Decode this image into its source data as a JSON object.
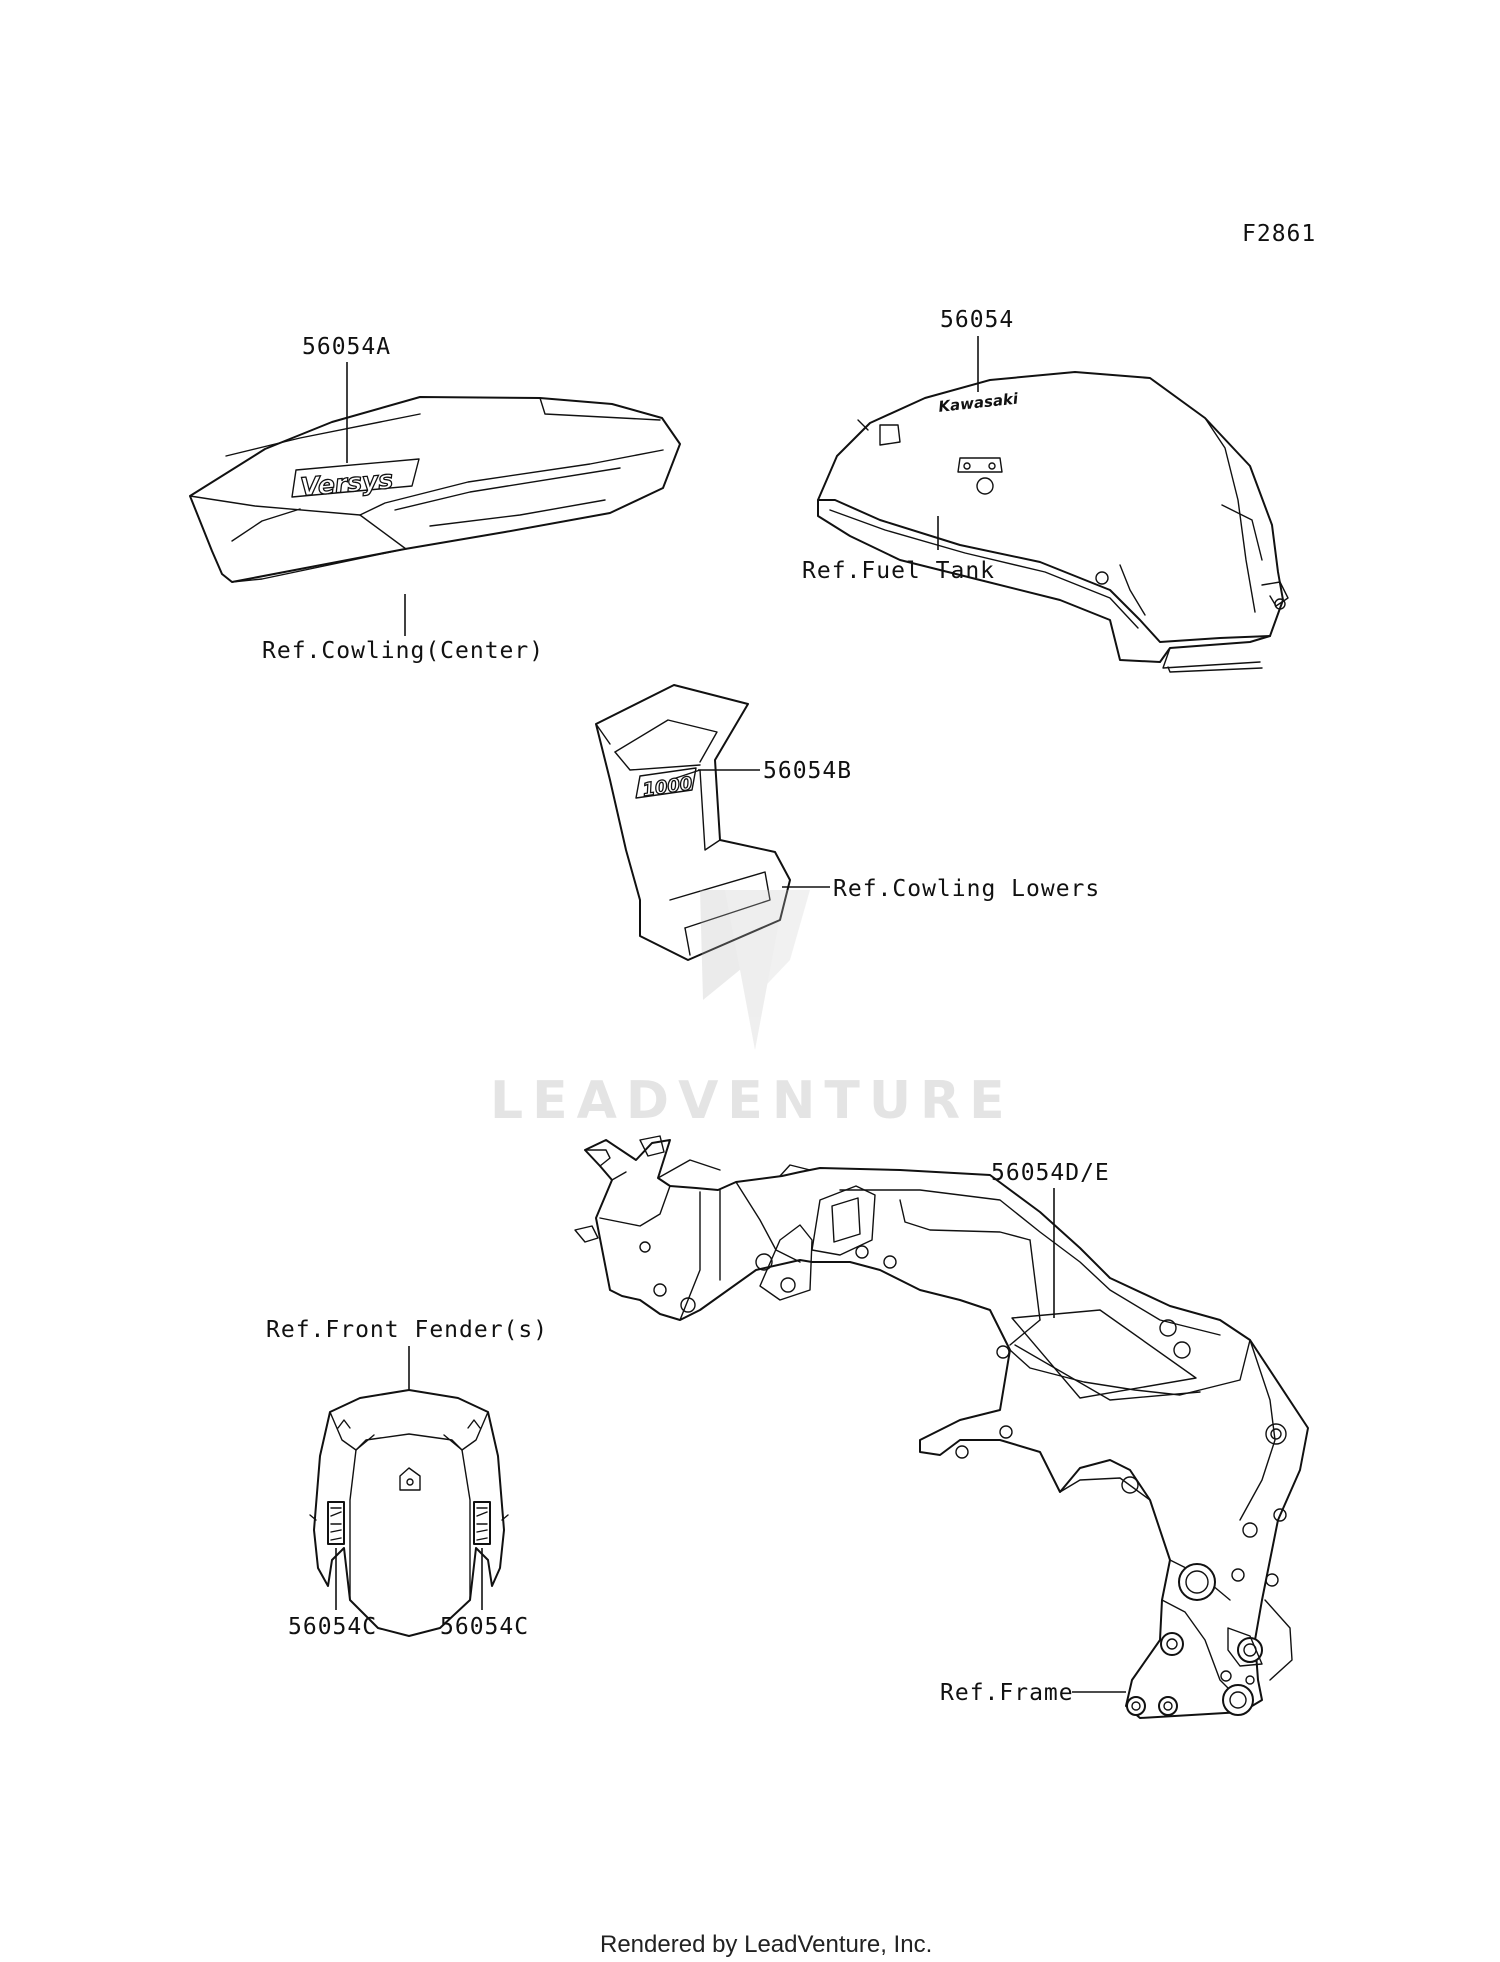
{
  "diagram_code": "F2861",
  "callouts": {
    "part_56054A": "56054A",
    "ref_cowling_center": "Ref.Cowling(Center)",
    "part_56054": "56054",
    "ref_fuel_tank": "Ref.Fuel Tank",
    "part_56054B": "56054B",
    "ref_cowling_lowers": "Ref.Cowling Lowers",
    "part_56054DE": "56054D/E",
    "ref_front_fender": "Ref.Front Fender(s)",
    "part_56054C_left": "56054C",
    "part_56054C_right": "56054C",
    "ref_frame": "Ref.Frame"
  },
  "decals": {
    "versys": "Versys",
    "kawasaki": "Kawasaki",
    "displacement": "1000"
  },
  "watermark": "LEADVENTURE",
  "footer": "Rendered by LeadVenture, Inc."
}
